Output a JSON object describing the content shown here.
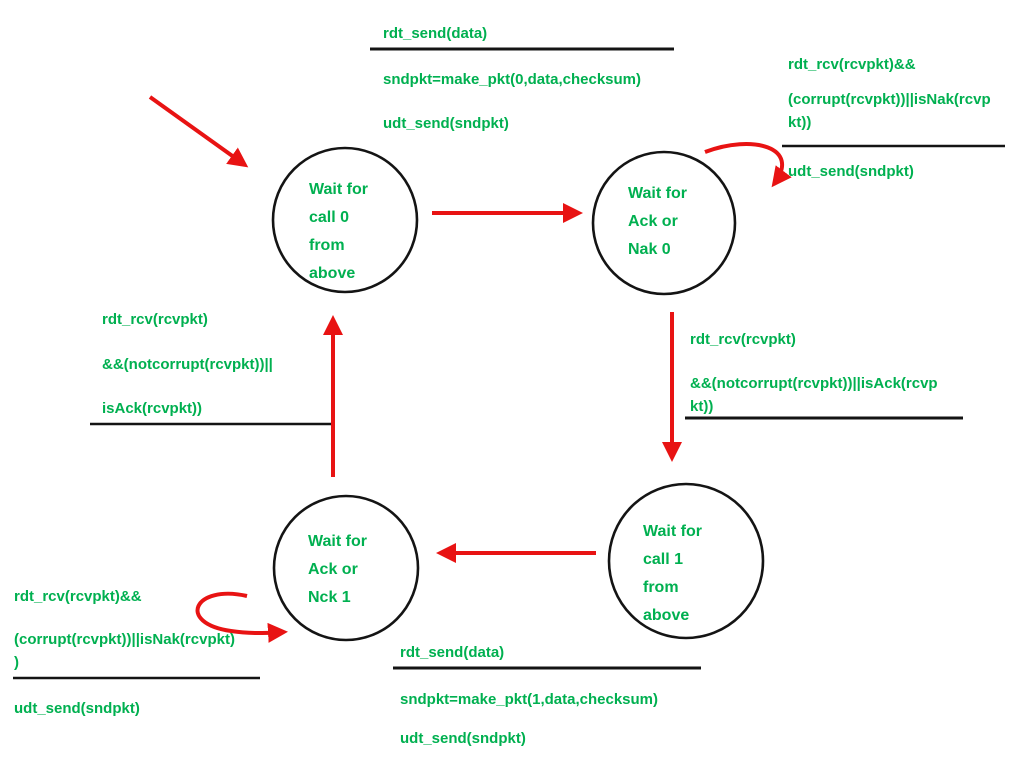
{
  "colors": {
    "green": "#00b050",
    "red": "#e81313",
    "black": "#141414"
  },
  "states": {
    "wait_call_0": {
      "lines": [
        "Wait for",
        "call 0",
        "from",
        "above"
      ]
    },
    "wait_ack_nak_0": {
      "lines": [
        "Wait for",
        "Ack or",
        "Nak 0"
      ]
    },
    "wait_call_1": {
      "lines": [
        "Wait for",
        "call 1",
        "from",
        "above"
      ]
    },
    "wait_ack_nck_1": {
      "lines": [
        "Wait for",
        "Ack or",
        "Nck 1"
      ]
    }
  },
  "transitions": {
    "send_0": {
      "condition": [
        "rdt_send(data)"
      ],
      "actions": [
        "sndpkt=make_pkt(0,data,checksum)",
        "udt_send(sndpkt)"
      ]
    },
    "resend_0": {
      "condition": [
        "rdt_rcv(rcvpkt)&&",
        "(corrupt(rcvpkt))||isNak(rcvp",
        "kt))"
      ],
      "actions": [
        "udt_send(sndpkt)"
      ]
    },
    "ack_0": {
      "condition": [
        "rdt_rcv(rcvpkt)",
        "&&(notcorrupt(rcvpkt))||isAck(rcvp",
        "kt))"
      ],
      "actions": []
    },
    "ack_1": {
      "condition": [
        "rdt_rcv(rcvpkt)",
        "&&(notcorrupt(rcvpkt))||",
        "isAck(rcvpkt))"
      ],
      "actions": []
    },
    "resend_1": {
      "condition": [
        "rdt_rcv(rcvpkt)&&",
        "(corrupt(rcvpkt))||isNak(rcvpkt)",
        ")"
      ],
      "actions": [
        "udt_send(sndpkt)"
      ]
    },
    "send_1": {
      "condition": [
        "rdt_send(data)"
      ],
      "actions": [
        "sndpkt=make_pkt(1,data,checksum)",
        "udt_send(sndpkt)"
      ]
    }
  }
}
